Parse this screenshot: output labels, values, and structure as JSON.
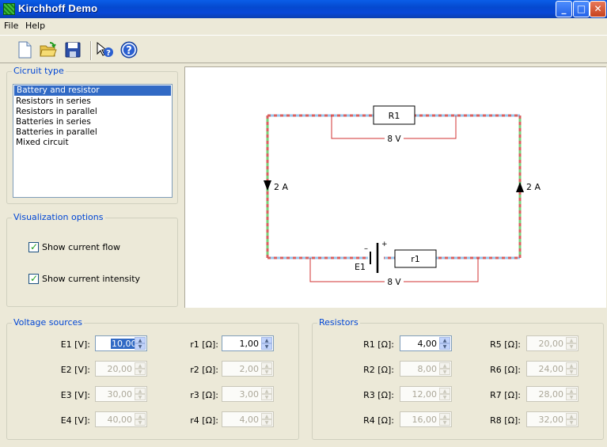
{
  "window": {
    "title": "Kirchhoff Demo"
  },
  "menu": {
    "file": "File",
    "help": "Help"
  },
  "toolbar_icons": [
    "new-file-icon",
    "open-folder-icon",
    "save-disk-icon",
    "context-help-icon",
    "help-icon"
  ],
  "circuit_type": {
    "title": "Cicruit type",
    "items": [
      "Battery and resistor",
      "Resistors in series",
      "Resistors in parallel",
      "Batteries in series",
      "Batteries in parallel",
      "Mixed circuit"
    ],
    "selected": 0
  },
  "visualization": {
    "title": "Visualization options",
    "show_flow": "Show current flow",
    "show_intensity": "Show current intensity"
  },
  "diagram": {
    "r1_label": "R1",
    "r1_small_label": "r1",
    "e1_label": "E1",
    "minus": "–",
    "plus": "+",
    "top_voltage": "8 V",
    "bottom_voltage": "8 V",
    "left_current": "2 A",
    "right_current": "2 A"
  },
  "voltage_sources": {
    "title": "Voltage sources",
    "rows": [
      {
        "e_label": "E1 [V]:",
        "e_value": "10,00",
        "r_label": "r1 [Ω]:",
        "r_value": "1,00"
      },
      {
        "e_label": "E2 [V]:",
        "e_value": "20,00",
        "r_label": "r2 [Ω]:",
        "r_value": "2,00"
      },
      {
        "e_label": "E3 [V]:",
        "e_value": "30,00",
        "r_label": "r3 [Ω]:",
        "r_value": "3,00"
      },
      {
        "e_label": "E4 [V]:",
        "e_value": "40,00",
        "r_label": "r4 [Ω]:",
        "r_value": "4,00"
      }
    ]
  },
  "resistors": {
    "title": "Resistors",
    "rows": [
      {
        "a_label": "R1 [Ω]:",
        "a_value": "4,00",
        "b_label": "R5 [Ω]:",
        "b_value": "20,00"
      },
      {
        "a_label": "R2 [Ω]:",
        "a_value": "8,00",
        "b_label": "R6 [Ω]:",
        "b_value": "24,00"
      },
      {
        "a_label": "R3 [Ω]:",
        "a_value": "12,00",
        "b_label": "R7 [Ω]:",
        "b_value": "28,00"
      },
      {
        "a_label": "R4 [Ω]:",
        "a_value": "16,00",
        "b_label": "R8 [Ω]:",
        "b_value": "32,00"
      }
    ]
  }
}
